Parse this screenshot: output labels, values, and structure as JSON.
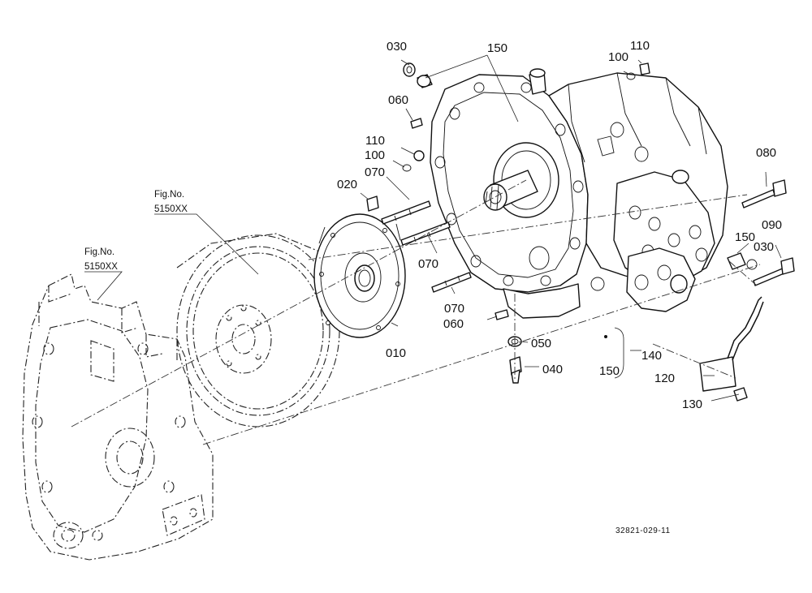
{
  "figure_refs": [
    {
      "line1": "Fig.No.",
      "line2": "5150XX"
    },
    {
      "line1": "Fig.No.",
      "line2": "5150XX"
    }
  ],
  "callouts": {
    "c030a": "030",
    "c150a": "150",
    "c110a": "110",
    "c100a": "100",
    "c060a": "060",
    "c110b": "110",
    "c100b": "100",
    "c080": "080",
    "c020": "020",
    "c070a": "070",
    "c070b": "070",
    "c150b": "150",
    "c030b": "030",
    "c090": "090",
    "c070c": "070",
    "c060b": "060",
    "c010": "010",
    "c050": "050",
    "c140": "140",
    "c040": "040",
    "c150c": "150",
    "c120": "120",
    "c130": "130"
  },
  "drawing_number": "32821-029-11"
}
